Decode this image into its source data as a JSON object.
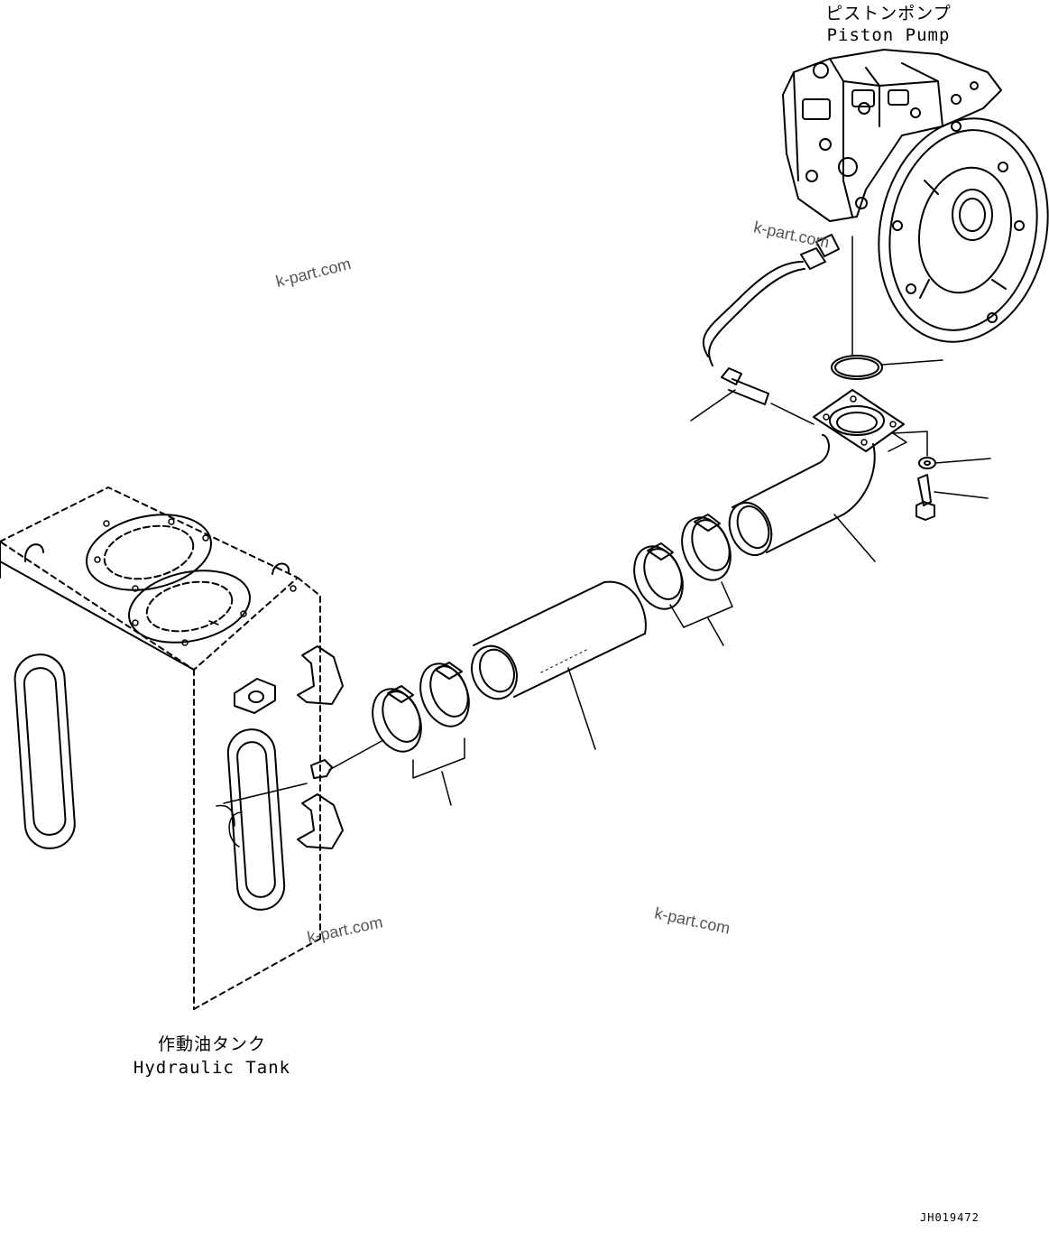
{
  "labels": {
    "piston_pump_jp": "ピストンポンプ",
    "piston_pump_en": "Piston Pump",
    "hydraulic_tank_jp": "作動油タンク",
    "hydraulic_tank_en": "Hydraulic Tank"
  },
  "watermark": "k-part.com",
  "drawing_code": "JH019472"
}
